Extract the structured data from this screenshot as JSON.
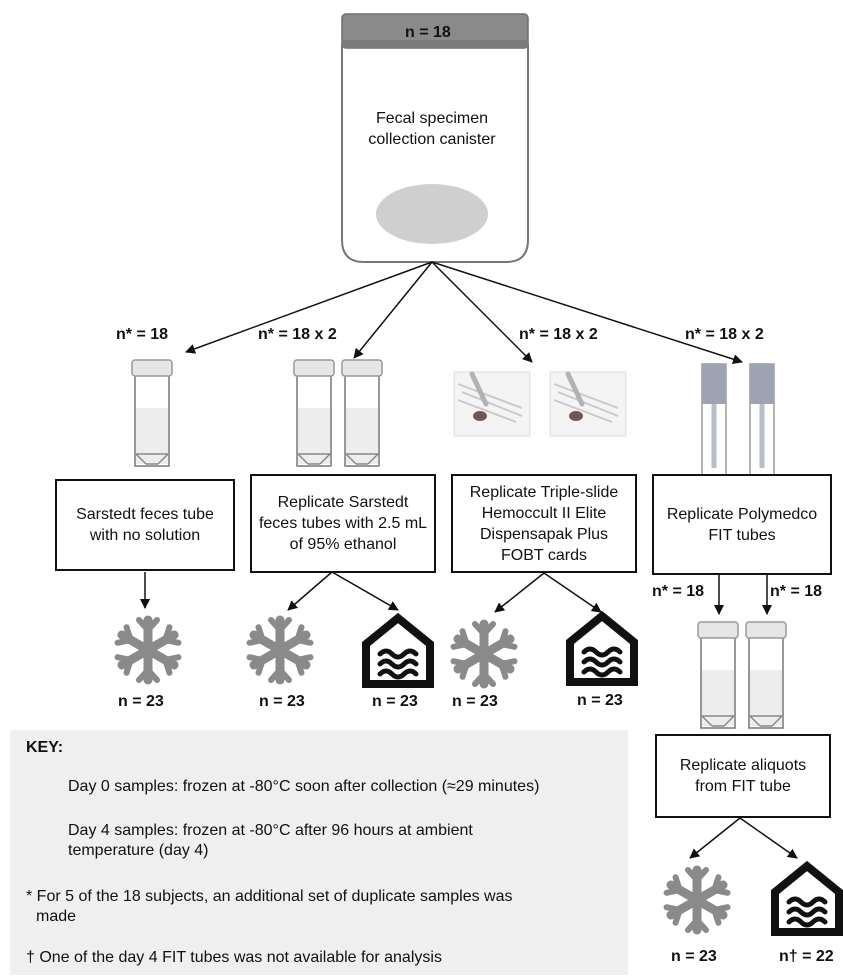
{
  "canister": {
    "count": "n = 18",
    "label": "Fecal specimen collection canister"
  },
  "branches": [
    {
      "arrow_label": "n* = 18",
      "box_label": "Sarstedt feces tube with no solution",
      "outcomes": [
        {
          "icon": "snowflake-icon",
          "label": "n = 23"
        }
      ]
    },
    {
      "arrow_label": "n* = 18 x 2",
      "box_label": "Replicate Sarstedt feces tubes with 2.5 mL of 95% ethanol",
      "outcomes": [
        {
          "icon": "snowflake-icon",
          "label": "n = 23"
        },
        {
          "icon": "house-waves-icon",
          "label": "n = 23"
        }
      ]
    },
    {
      "arrow_label": "n* = 18 x 2",
      "box_label": "Replicate Triple-slide Hemoccult II Elite Dispensapak Plus FOBT cards",
      "outcomes": [
        {
          "icon": "snowflake-icon",
          "label": "n = 23"
        },
        {
          "icon": "house-waves-icon",
          "label": "n = 23"
        }
      ]
    },
    {
      "arrow_label": "n* = 18 x 2",
      "box_label": "Replicate Polymedco FIT tubes",
      "sub_arrow_labels": [
        "n* = 18",
        "n* = 18"
      ],
      "aliquot_box_label": "Replicate aliquots from FIT tube",
      "outcomes": [
        {
          "icon": "snowflake-icon",
          "label": "n = 23"
        },
        {
          "icon": "house-waves-icon",
          "label": "n† = 22"
        }
      ]
    }
  ],
  "key": {
    "title": "KEY:",
    "day0": "Day 0 samples: frozen at -80°C soon after collection (≈29 minutes)",
    "day4_line1": "Day 4 samples: frozen at -80°C after 96 hours at ambient",
    "day4_line2": "temperature (day 4)",
    "footnote_star_line1": "* For 5 of the 18 subjects, an additional set of duplicate samples was",
    "footnote_star_line2": "made",
    "footnote_dagger": "† One of the day 4 FIT tubes was not available for analysis"
  },
  "colors": {
    "icon_grey": "#8a8a8a",
    "key_background": "#efefef",
    "tube_cap": "#e6e6e6",
    "fit_cap": "#9ea3b3"
  }
}
